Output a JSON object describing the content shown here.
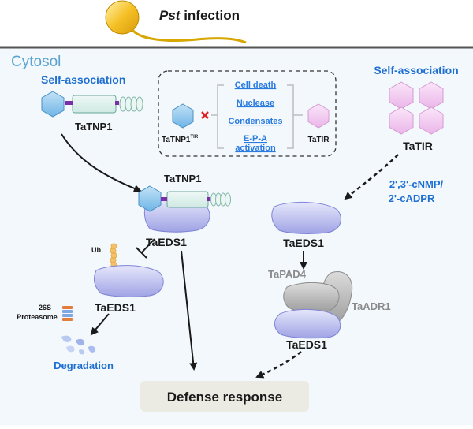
{
  "header": {
    "infection_pathogen": "Pst",
    "infection_text": " infection"
  },
  "compartment": {
    "label": "Cytosol"
  },
  "left": {
    "self_association": "Self-association",
    "tatnp1_top": "TaTNP1",
    "tatnp1_mid": "TaTNP1",
    "taeds1_mid": "TaEDS1",
    "ub": "Ub",
    "taeds1_low": "TaEDS1",
    "proteasome_line1": "26S",
    "proteasome_line2": "Proteasome",
    "degradation": "Degradation"
  },
  "inset": {
    "tatnp1_label": "TaTNP1",
    "tatnp1_sup": "TIR",
    "tatir_label": "TaTIR",
    "functions": [
      "Cell death",
      "Nuclease",
      "Condensates",
      "E-P-A",
      "activation"
    ]
  },
  "right": {
    "self_association": "Self-association",
    "tatir": "TaTIR",
    "metabolite_line1": "2',3'-cNMP/",
    "metabolite_line2": "2'-cADPR",
    "taeds1_top": "TaEDS1",
    "tapad4": "TaPAD4",
    "taadr1": "TaADR1",
    "taeds1_bottom": "TaEDS1"
  },
  "output": {
    "defense_response": "Defense response"
  },
  "colors": {
    "cytosol_bg": "#f2f8fc",
    "hexagon": "#8fc8ec",
    "tir_pink": "#f3c8f0",
    "eds1_blue": "#b3b6ec",
    "label_blue": "#1f6fd1",
    "grey_protein": "#b8b8b8",
    "inhibit_cross": "#e02020"
  }
}
